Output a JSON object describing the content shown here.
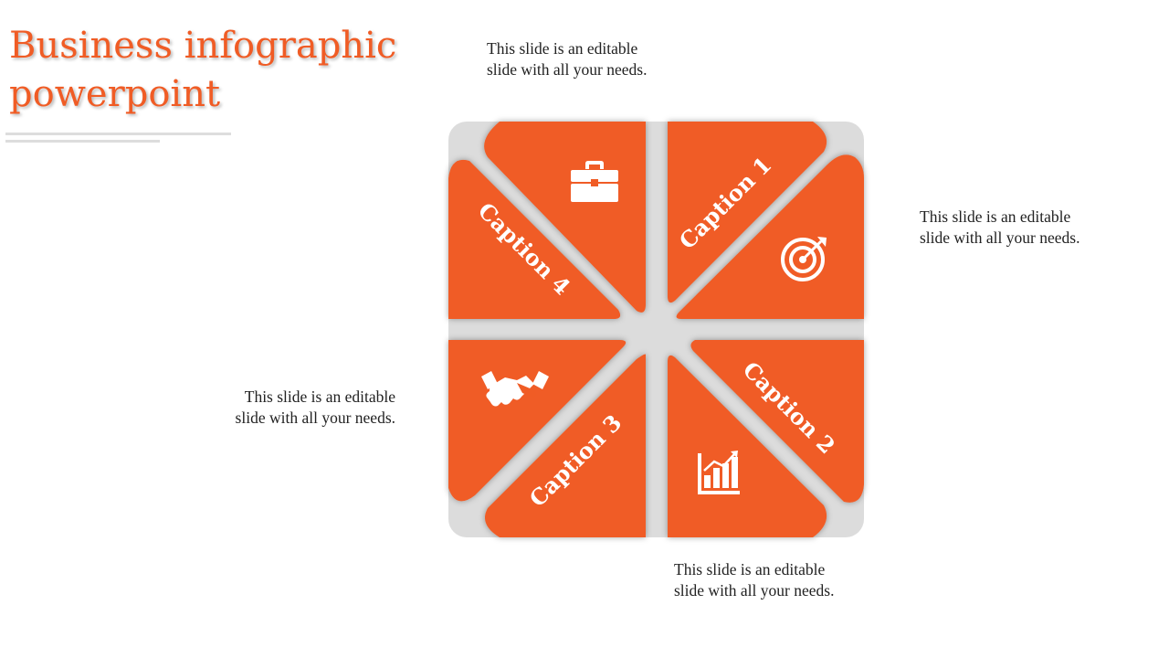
{
  "title": "Business infographic powerpoint",
  "colors": {
    "accent": "#f05c25",
    "channel": "#dcdcdc",
    "text": "#222222",
    "rule": "#dddddd"
  },
  "notes": [
    "This slide is an editable slide with all your needs.",
    "This slide is an editable slide with all your needs.",
    "This slide is an editable slide with all your needs.",
    "This slide is an editable slide with all your needs."
  ],
  "captions": [
    "Caption 1",
    "Caption 2",
    "Caption 3",
    "Caption 4"
  ],
  "icons": [
    "briefcase-icon",
    "target-icon",
    "bar-chart-icon",
    "handshake-icon"
  ]
}
